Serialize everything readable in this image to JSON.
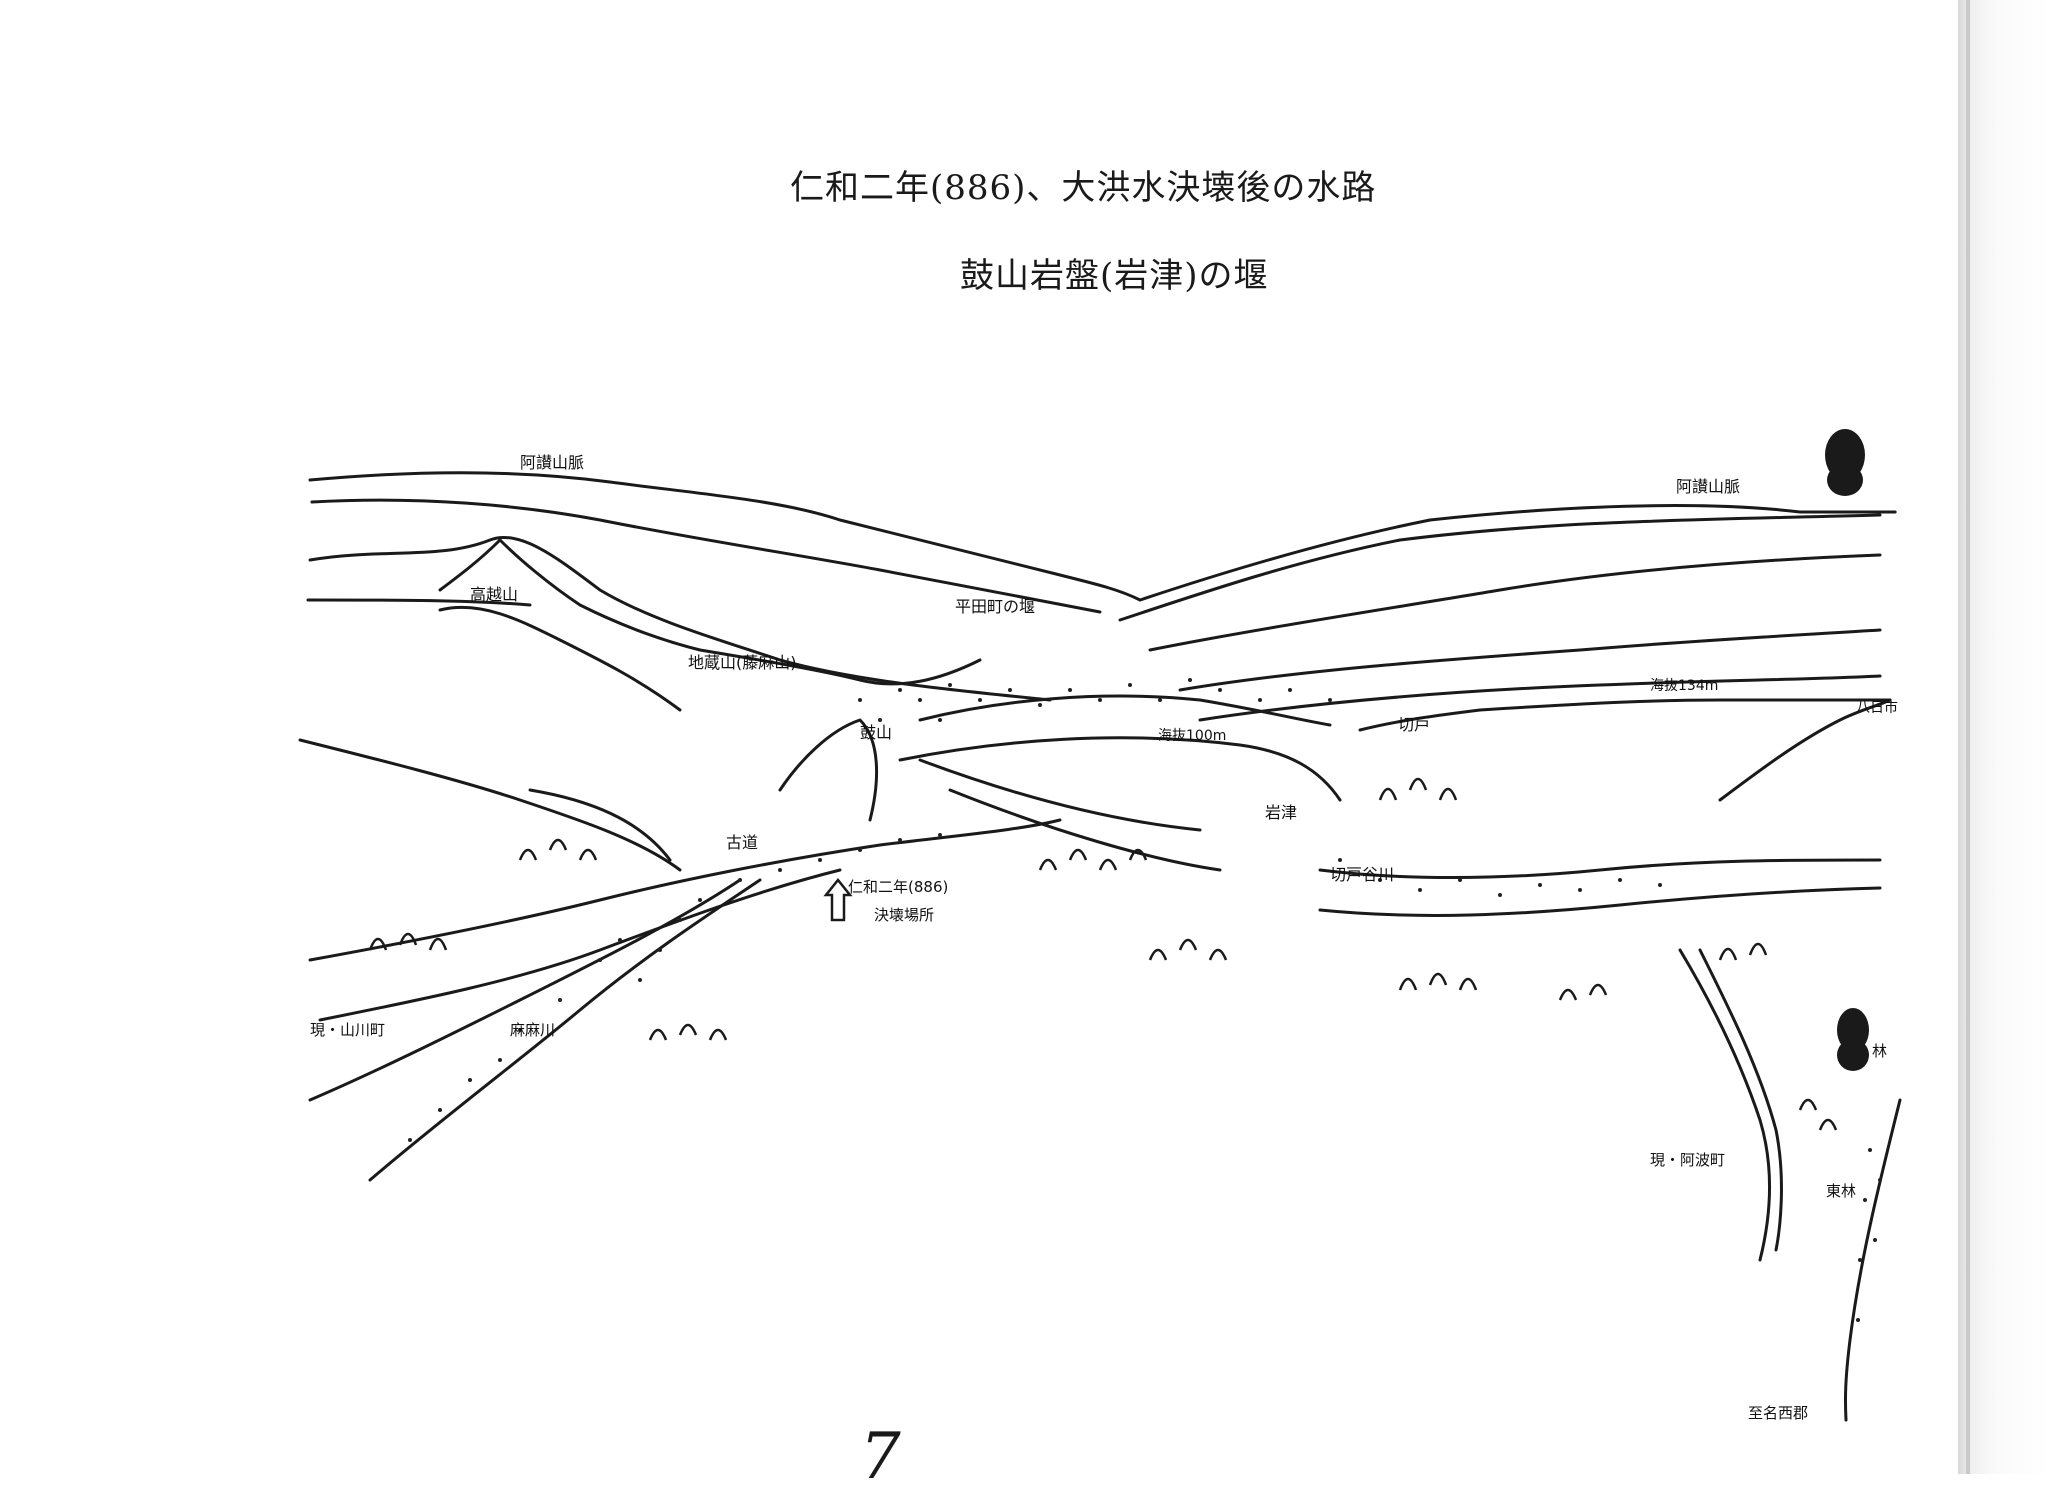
{
  "header": {
    "title": "仁和二年(886)、大洪水決壊後の水路",
    "subtitle": "鼓山岩盤(岩津)の堰"
  },
  "map_labels": {
    "asan_left": "阿讃山脈",
    "asan_right": "阿讃山脈",
    "mount_kouetsu": "高越山",
    "mount_jizou": "地蔵山(藤麻山)",
    "hirata_weir": "平田町の堰",
    "altitude_134": "海抜134m",
    "yokaichi": "八日市",
    "tsuzumiyama": "鼓山",
    "altitude_100": "海抜100m",
    "kirito": "切戸",
    "iwatsu": "岩津",
    "kodo": "古道",
    "kirito_river": "切戸谷川",
    "breach_year": "仁和二年(886)",
    "breach_place": "決壊場所",
    "yamakawa_town": "現・山川町",
    "aso_river": "麻麻川",
    "nishi_hayashi": "林",
    "awa_town": "現・阿波町",
    "higashi_hayashi": "東林",
    "to_nishigo": "至名西郡"
  },
  "footer": {
    "page_number": "7"
  }
}
